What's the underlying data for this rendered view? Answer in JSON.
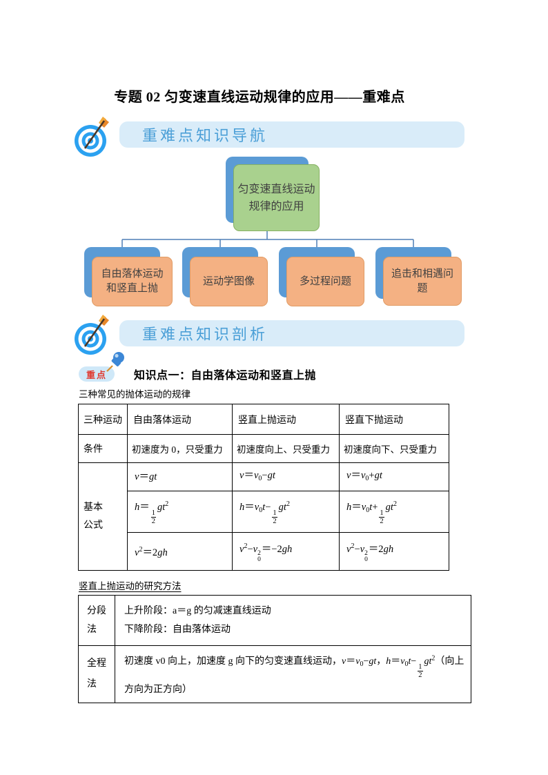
{
  "title": "专题 02 匀变速直线运动规律的应用——重难点",
  "banner_nav": {
    "label": "重难点知识导航",
    "icon": "target-dart-icon"
  },
  "banner_analysis": {
    "label": "重难点知识剖析",
    "icon": "target-dart-icon"
  },
  "colors": {
    "banner_bg": "#d9ecf9",
    "banner_text": "#4b9fd7",
    "shadow_blue": "#5b9bd5",
    "root_green": "#a9d18e",
    "child_orange": "#f4b183",
    "badge_bg": "#cfe8f8",
    "badge_text": "#e0382e"
  },
  "flow": {
    "root": "匀变速直线运动\n规律的应用",
    "nodes": [
      "自由落体运动\n和竖直上抛",
      "运动学图像",
      "多过程问题",
      "追击和相遇问\n题"
    ]
  },
  "keypoint": {
    "badge": "重点",
    "icon": "pushpin-icon",
    "heading": "知识点一：自由落体运动和竖直上抛"
  },
  "label_three": "三种常见的抛体运动的规律",
  "label_method": "竖直上抛运动的研究方法",
  "table1": {
    "headers": [
      "三种运动",
      "自由落体运动",
      "竖直上抛运动",
      "竖直下抛运动"
    ],
    "condition": {
      "label": "条件",
      "cells": [
        "初速度为 0，只受重力",
        "初速度向上、只受重力",
        "初速度向下、只受重力"
      ]
    },
    "formula_group_label": "基本\n公式",
    "formula_rows": {
      "v": [
        [
          [
            "i",
            "v"
          ],
          [
            "t",
            "＝"
          ],
          [
            "i",
            "gt"
          ]
        ],
        [
          [
            "i",
            "v"
          ],
          [
            "t",
            "＝"
          ],
          [
            "i",
            "v"
          ],
          [
            "sub",
            "0"
          ],
          [
            "t",
            "−"
          ],
          [
            "i",
            "gt"
          ]
        ],
        [
          [
            "i",
            "v"
          ],
          [
            "t",
            "＝"
          ],
          [
            "i",
            "v"
          ],
          [
            "sub",
            "0"
          ],
          [
            "t",
            "+"
          ],
          [
            "i",
            "gt"
          ]
        ]
      ],
      "h": [
        [
          [
            "i",
            "h"
          ],
          [
            "t",
            "＝"
          ],
          [
            "frac",
            [
              "1",
              "2"
            ]
          ],
          [
            "i",
            "gt"
          ],
          [
            "sup",
            "2"
          ]
        ],
        [
          [
            "i",
            "h"
          ],
          [
            "t",
            "＝"
          ],
          [
            "i",
            "v"
          ],
          [
            "sub",
            "0"
          ],
          [
            "i",
            "t"
          ],
          [
            "t",
            "−"
          ],
          [
            "frac",
            [
              "1",
              "2"
            ]
          ],
          [
            "i",
            "gt"
          ],
          [
            "sup",
            "2"
          ]
        ],
        [
          [
            "i",
            "h"
          ],
          [
            "t",
            "＝"
          ],
          [
            "i",
            "v"
          ],
          [
            "sub",
            "0"
          ],
          [
            "i",
            "t"
          ],
          [
            "t",
            "+"
          ],
          [
            "frac",
            [
              "1",
              "2"
            ]
          ],
          [
            "i",
            "gt"
          ],
          [
            "sup",
            "2"
          ]
        ]
      ],
      "vsq": [
        [
          [
            "i",
            "v"
          ],
          [
            "sup",
            "2"
          ],
          [
            "t",
            "＝2"
          ],
          [
            "i",
            "gh"
          ]
        ],
        [
          [
            "i",
            "v"
          ],
          [
            "sup",
            "2"
          ],
          [
            "t",
            "−"
          ],
          [
            "i",
            "v"
          ],
          [
            "ss",
            [
              "0",
              "2"
            ]
          ],
          [
            "t",
            "＝−2"
          ],
          [
            "i",
            "gh"
          ]
        ],
        [
          [
            "i",
            "v"
          ],
          [
            "sup",
            "2"
          ],
          [
            "t",
            "−"
          ],
          [
            "i",
            "v"
          ],
          [
            "ss",
            [
              "0",
              "2"
            ]
          ],
          [
            "t",
            "＝2"
          ],
          [
            "i",
            "gh"
          ]
        ]
      ]
    }
  },
  "table2": {
    "row1": {
      "label": "分段\n法",
      "line1": "上升阶段：a＝g 的匀减速直线运动",
      "line2": "下降阶段：自由落体运动"
    },
    "row2": {
      "label": "全程\n法",
      "tokens": [
        [
          "t",
          "初速度 v0 向上，加速度 g 向下的匀变速直线运动，"
        ],
        [
          "i",
          "v"
        ],
        [
          "t",
          "＝"
        ],
        [
          "i",
          "v"
        ],
        [
          "sub",
          "0"
        ],
        [
          "t",
          "−"
        ],
        [
          "i",
          "gt"
        ],
        [
          "t",
          "，"
        ],
        [
          "i",
          "h"
        ],
        [
          "t",
          "＝"
        ],
        [
          "i",
          "v"
        ],
        [
          "sub",
          "0"
        ],
        [
          "i",
          "t"
        ],
        [
          "t",
          "−"
        ],
        [
          "frac",
          [
            "1",
            "2"
          ]
        ],
        [
          "i",
          "gt"
        ],
        [
          "sup",
          "2"
        ],
        [
          "t",
          "（向上方向为正方向）"
        ]
      ]
    }
  }
}
